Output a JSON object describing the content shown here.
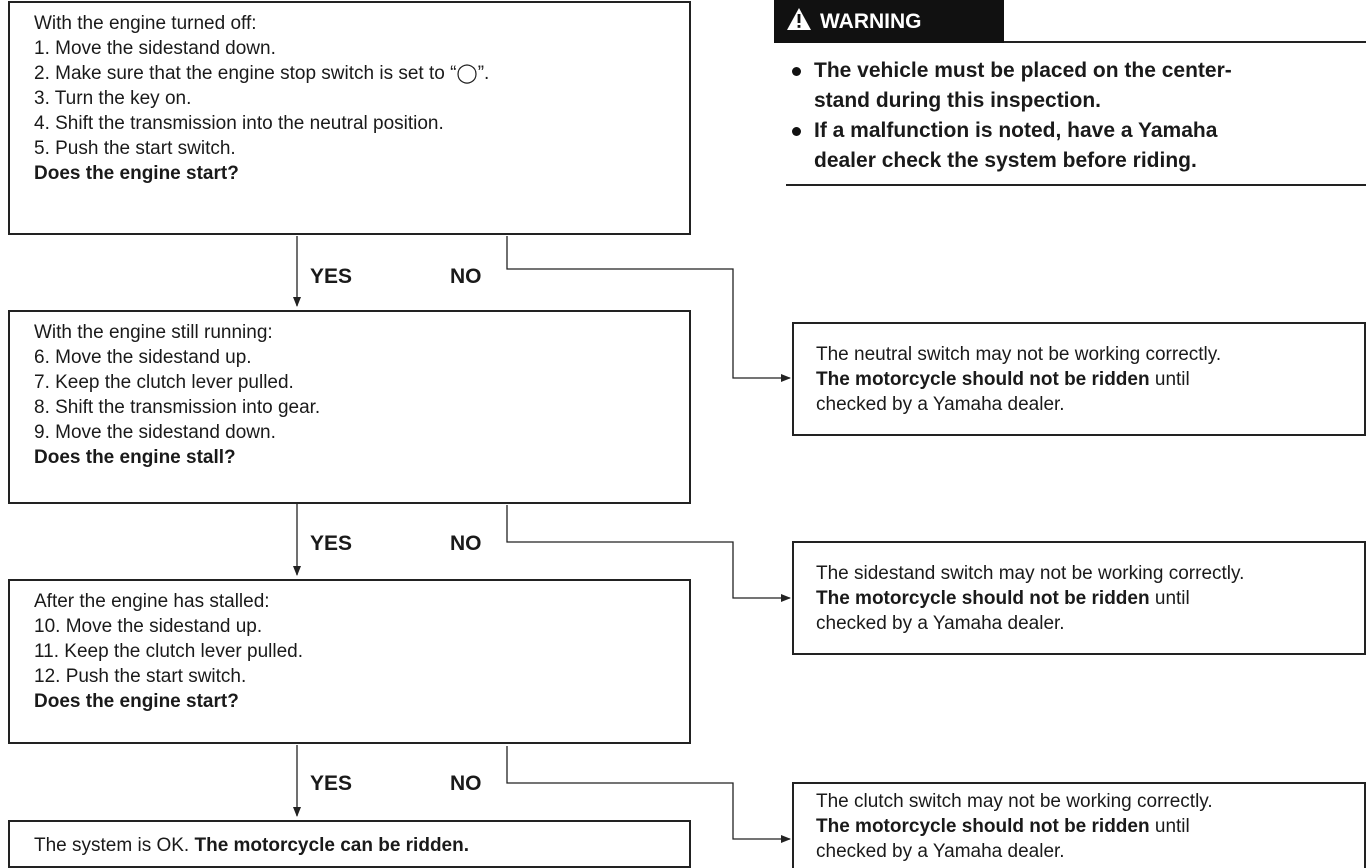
{
  "warning": {
    "title": "WARNING",
    "items": [
      {
        "lines": [
          "The vehicle must be placed on the center-",
          "stand during this inspection."
        ]
      },
      {
        "lines": [
          "If a malfunction is noted, have a Yamaha",
          "dealer check the system before riding."
        ]
      }
    ]
  },
  "steps": [
    {
      "lines": [
        "With the engine turned off:",
        "1. Move the sidestand down.",
        "2. Make sure that the engine stop switch is set to “◯”.",
        "3. Turn the key on.",
        "4. Shift the transmission into the neutral position.",
        "5. Push the start switch."
      ],
      "question": "Does the engine start?"
    },
    {
      "lines": [
        "With the engine still running:",
        "6. Move the sidestand up.",
        "7. Keep the clutch lever pulled.",
        "8. Shift the transmission into gear.",
        "9. Move the sidestand down."
      ],
      "question": "Does the engine stall?"
    },
    {
      "lines": [
        "After the engine has stalled:",
        "10. Move the sidestand up.",
        "11. Keep the clutch lever pulled.",
        "12. Push the start switch."
      ],
      "question": "Does the engine start?"
    }
  ],
  "final": {
    "prefix": "The system is OK. ",
    "bold": "The motorcycle can be ridden."
  },
  "labels": {
    "yes": "YES",
    "no": "NO"
  },
  "results": [
    {
      "line1": "The neutral switch may not be working correctly.",
      "bold": "The motorcycle should not be ridden",
      "rest": " until",
      "line3": "checked by a Yamaha dealer."
    },
    {
      "line1": "The sidestand switch may not be working correctly.",
      "bold": "The motorcycle should not be ridden",
      "rest": " until",
      "line3": "checked by a Yamaha dealer."
    },
    {
      "line1": "The clutch switch may not be working correctly.",
      "bold": "The motorcycle should not be ridden",
      "rest": " until",
      "line3": "checked by a Yamaha dealer."
    }
  ]
}
